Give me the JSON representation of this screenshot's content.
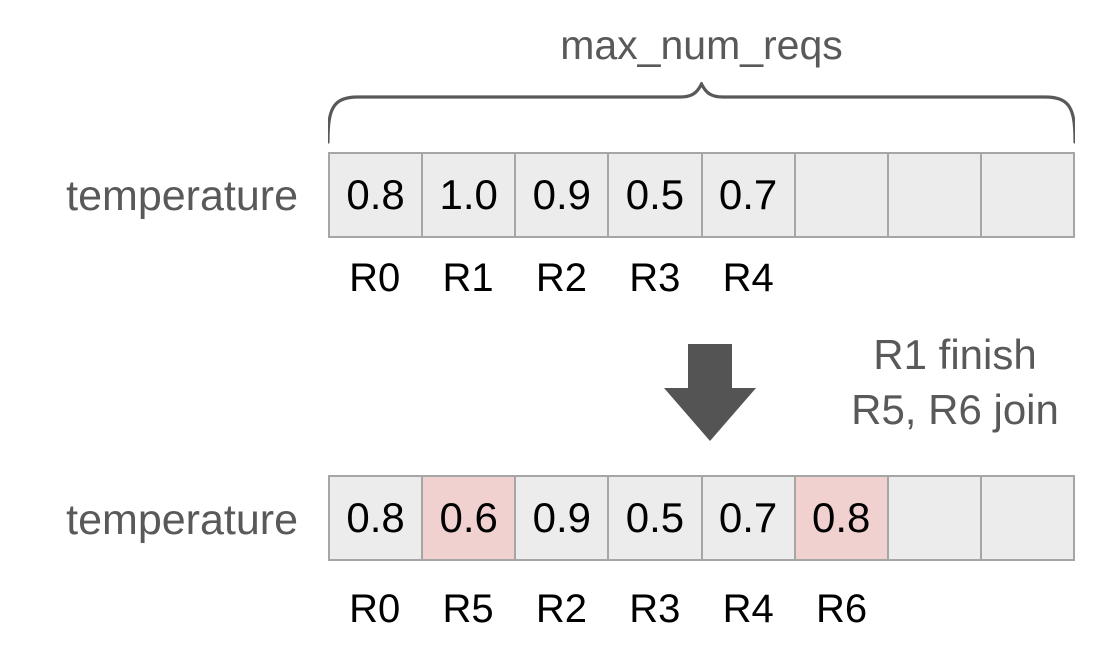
{
  "diagram": {
    "brace_label": "max_num_reqs",
    "row_label": "temperature",
    "before": {
      "cells": [
        "0.8",
        "1.0",
        "0.9",
        "0.5",
        "0.7",
        "",
        "",
        ""
      ],
      "highlights": [
        false,
        false,
        false,
        false,
        false,
        false,
        false,
        false
      ],
      "request_labels": [
        "R0",
        "R1",
        "R2",
        "R3",
        "R4",
        "",
        "",
        ""
      ]
    },
    "after": {
      "cells": [
        "0.8",
        "0.6",
        "0.9",
        "0.5",
        "0.7",
        "0.8",
        "",
        ""
      ],
      "highlights": [
        false,
        true,
        false,
        false,
        false,
        true,
        false,
        false
      ],
      "request_labels": [
        "R0",
        "R5",
        "R2",
        "R3",
        "R4",
        "R6",
        "",
        ""
      ]
    },
    "transition": {
      "line1": "R1 finish",
      "line2": "R5, R6 join"
    },
    "colors": {
      "text_gray": "#595959",
      "cell_fill": "#ececec",
      "cell_highlight": "#f0d1d0",
      "cell_border": "#a6a6a6",
      "arrow": "#545454",
      "value_text": "#000000"
    }
  }
}
